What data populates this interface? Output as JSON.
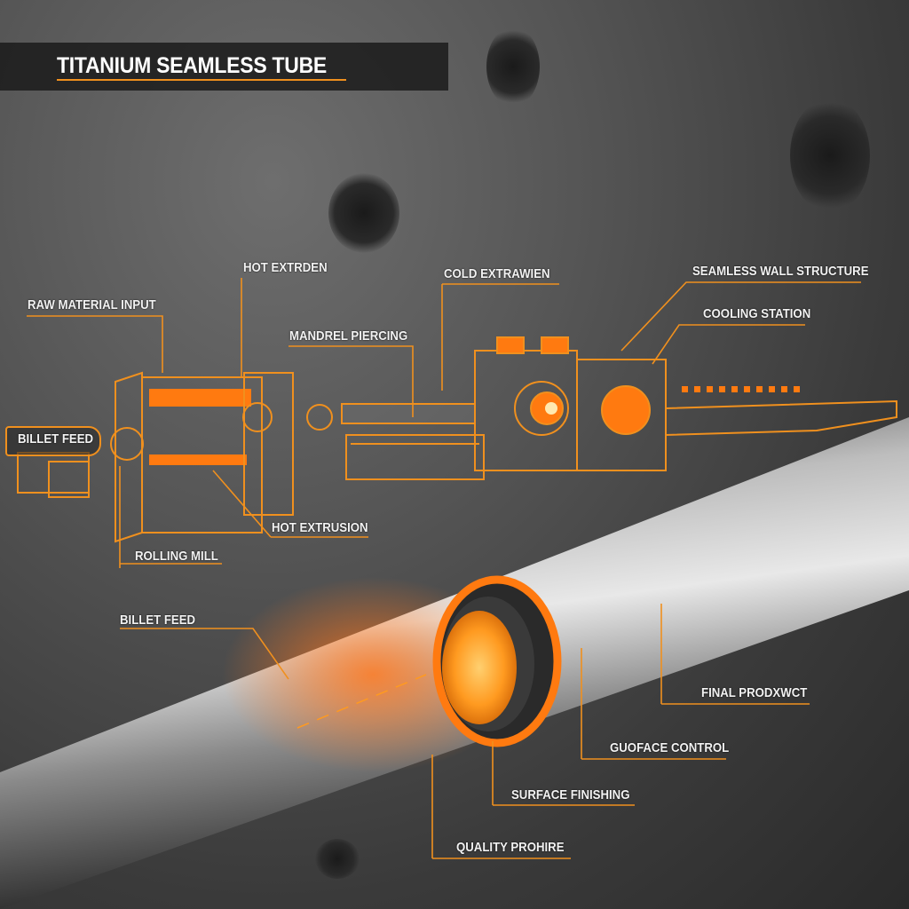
{
  "title": "TITANIUM SEAMLESS TUBE",
  "colors": {
    "accent": "#f0901e",
    "hot_glow": "#ff7a10",
    "background": "#4a4a4a",
    "text": "#f2f2f2"
  },
  "process_labels": {
    "raw_material_input": "RAW MATERIAL INPUT",
    "hot_extruded": "HOT EXTRDEN",
    "mandrel_piercing": "MANDREL PIERCING",
    "cold_extrawien": "COLD EXTRAWIEN",
    "seamless_wall_structure": "SEAMLESS WALL STRUCTURE",
    "cooling_station": "COOLING STATION",
    "billet_feed_machine": "BILLET FEED",
    "hot_extrusion": "HOT EXTRUSION",
    "rolling_mill": "ROLLING MILL"
  },
  "tube_labels": {
    "billet_feed": "BILLET FEED",
    "final_product": "FINAL PRODXWCT",
    "guoface_control": "GUOFACE CONTROL",
    "surface_finishing": "SURFACE FINISHING",
    "quality_prohire": "QUALITY PROHIRE"
  }
}
